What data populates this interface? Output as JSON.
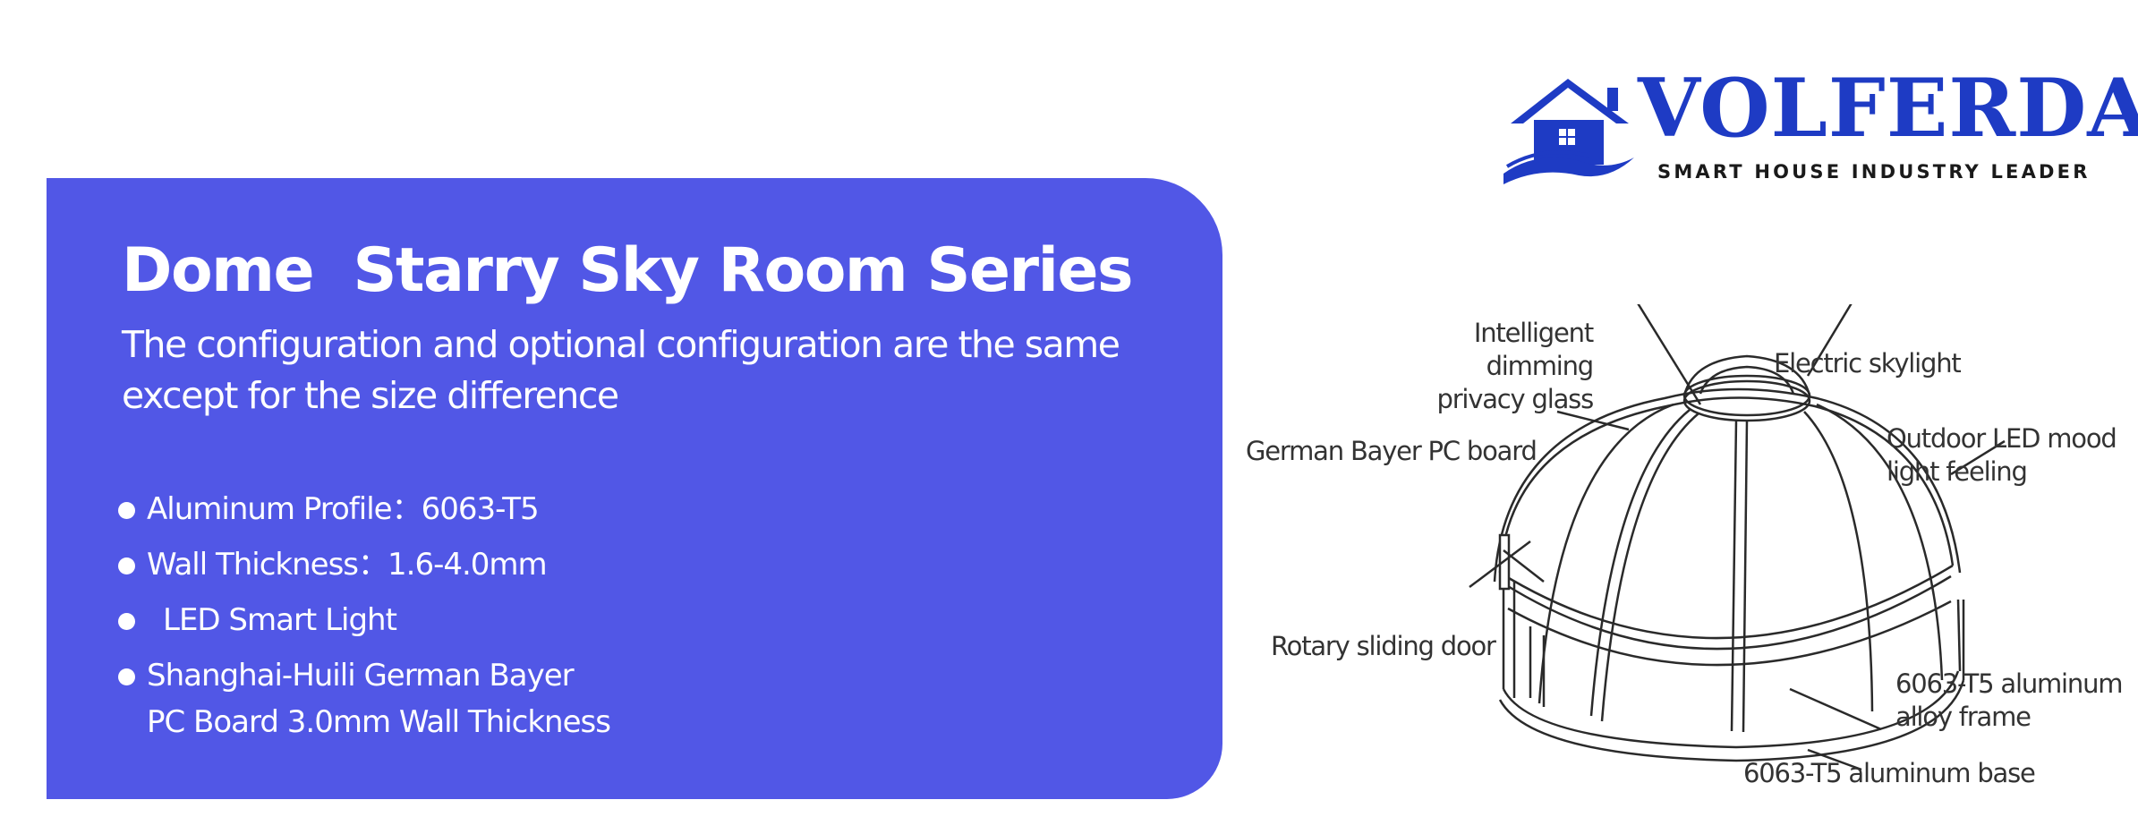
{
  "brand": {
    "name": "VOLFERDA",
    "tagline": "SMART HOUSE INDUSTRY LEADER",
    "color": "#1E3BC4",
    "icon": "house-logo-icon"
  },
  "panel": {
    "color": "#5157E6",
    "title": "Dome  Starry Sky Room Series",
    "subtitle": "The configuration and optional configuration are the same\n except for the size difference",
    "features": [
      "Aluminum Profile：6063-T5",
      "Wall Thickness：1.6-4.0mm",
      "LED Smart Light",
      "Shanghai-Huili German Bayer\n PC Board 3.0mm Wall Thickness"
    ]
  },
  "diagram": {
    "labels": [
      "Intelligent dimming\nprivacy glass",
      "Electric skylight",
      "German Bayer PC board",
      "Outdoor LED mood\nlight feeling",
      "Rotary sliding door",
      "6063-T5 aluminum\nalloy frame",
      "6063-T5 aluminum base"
    ]
  }
}
